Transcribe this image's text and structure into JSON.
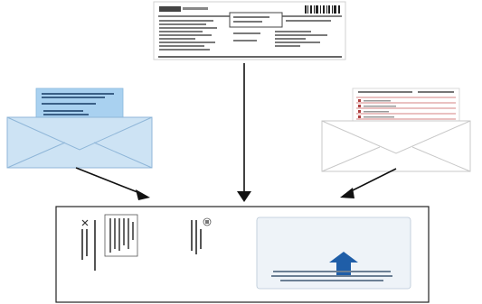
{
  "diagram": {
    "top_document": {
      "type": "form"
    },
    "left_envelope": {
      "color": "light-blue",
      "contents": "letter"
    },
    "right_envelope": {
      "color": "white",
      "contents": "form"
    },
    "bottom_mailer": {
      "content": "return-mail-piece",
      "arrow_color": "#1f5ea8"
    }
  },
  "colors": {
    "envelope_blue": "#cde3f4",
    "envelope_blue_dark": "#9cc2e2",
    "letter_blue": "#a9d1f0",
    "arrow": "#111111",
    "mailer_arrow": "#1f5ea8",
    "red_rule": "#c75a5a"
  }
}
